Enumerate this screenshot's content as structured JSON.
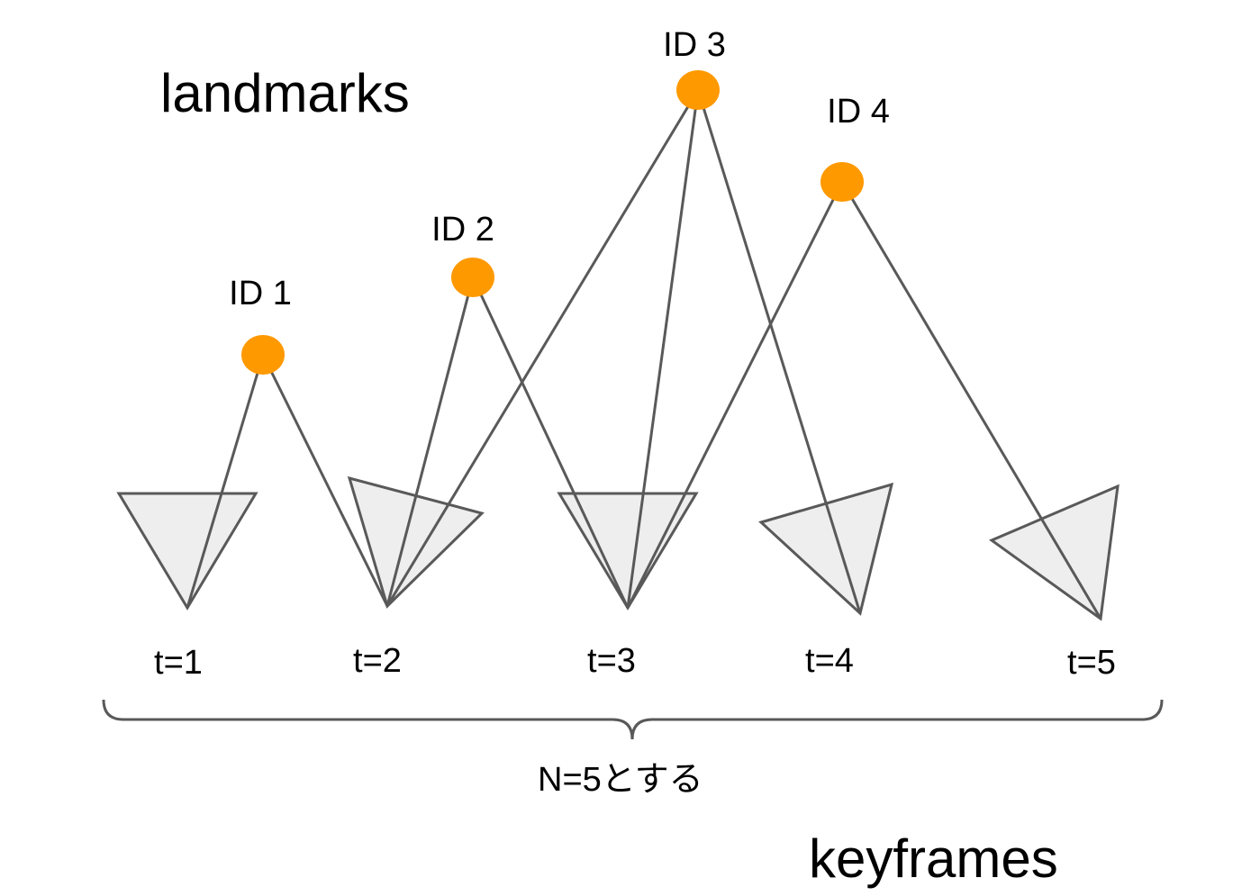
{
  "headings": {
    "landmarks": "landmarks",
    "keyframes": "keyframes"
  },
  "caption": "N=5とする",
  "landmarks": [
    {
      "id": "ID 1"
    },
    {
      "id": "ID 2"
    },
    {
      "id": "ID 3"
    },
    {
      "id": "ID 4"
    }
  ],
  "keyframes": [
    {
      "label": "t=1"
    },
    {
      "label": "t=2"
    },
    {
      "label": "t=3"
    },
    {
      "label": "t=4"
    },
    {
      "label": "t=5"
    }
  ],
  "observations": [
    {
      "landmark": "ID 1",
      "keyframe": "t=1"
    },
    {
      "landmark": "ID 1",
      "keyframe": "t=2"
    },
    {
      "landmark": "ID 2",
      "keyframe": "t=2"
    },
    {
      "landmark": "ID 2",
      "keyframe": "t=3"
    },
    {
      "landmark": "ID 3",
      "keyframe": "t=2"
    },
    {
      "landmark": "ID 3",
      "keyframe": "t=3"
    },
    {
      "landmark": "ID 3",
      "keyframe": "t=4"
    },
    {
      "landmark": "ID 4",
      "keyframe": "t=3"
    },
    {
      "landmark": "ID 4",
      "keyframe": "t=5"
    }
  ],
  "colors": {
    "landmark": "#ff9900",
    "camera_fill": "#eeeeee",
    "line": "#595959"
  }
}
